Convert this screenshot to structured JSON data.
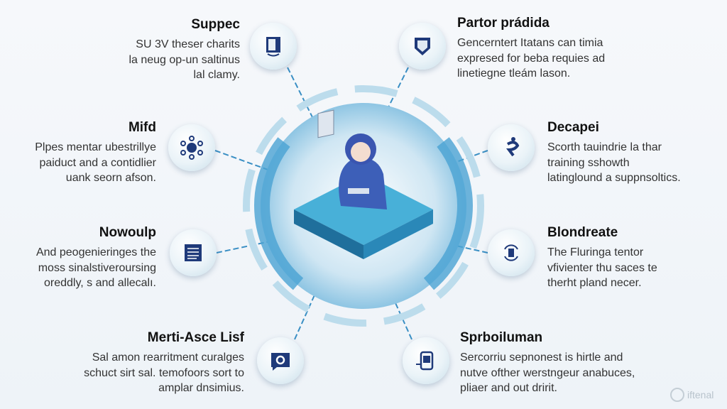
{
  "items": [
    {
      "title": "Suppec",
      "lines": [
        "SU 3V theser charits",
        "la neug op-un saltinus",
        "lal clamy."
      ],
      "icon": "document-icon"
    },
    {
      "title": "Partor prádida",
      "lines": [
        "Gencerntert Itatans can timia",
        "expresed for beba requies ad",
        "linetiegne tleám lason."
      ],
      "icon": "shield-icon"
    },
    {
      "title": "Mifd",
      "lines": [
        "Plpes mentar ubestrillye",
        "paiduct and a contidlier",
        "uank seorn afson."
      ],
      "icon": "network-icon"
    },
    {
      "title": "Decapei",
      "lines": [
        "Scorth tauindrie la thar",
        "training sshowth",
        "latinglound a suppnsoltics."
      ],
      "icon": "runner-icon"
    },
    {
      "title": "Nowoulp",
      "lines": [
        "And peogenieringes the",
        "moss sinalstiveroursing",
        "oreddly, s and allecalı."
      ],
      "icon": "list-icon"
    },
    {
      "title": "Blondreate",
      "lines": [
        "The Fluringa tentor",
        "vfivienter thu saces te",
        "therht pland necer."
      ],
      "icon": "refresh-icon"
    },
    {
      "title": "Merti-Asce Lisf",
      "lines": [
        "Sal amon rearritment curalges",
        "schuct sirt sal. temofoors sort to",
        "amplar dnsimius."
      ],
      "icon": "chat-gear-icon"
    },
    {
      "title": "Sprboiluman",
      "lines": [
        "Sercorriu sepnonest is hirtle and",
        "nutve ofther werstngeur anabuces,",
        "pliaer and out dririt."
      ],
      "icon": "printer-icon"
    }
  ],
  "watermark": "iftenal",
  "colors": {
    "accent": "#1f3a7a",
    "hub": "#5aaed6",
    "platform": "#2e8fb8"
  }
}
